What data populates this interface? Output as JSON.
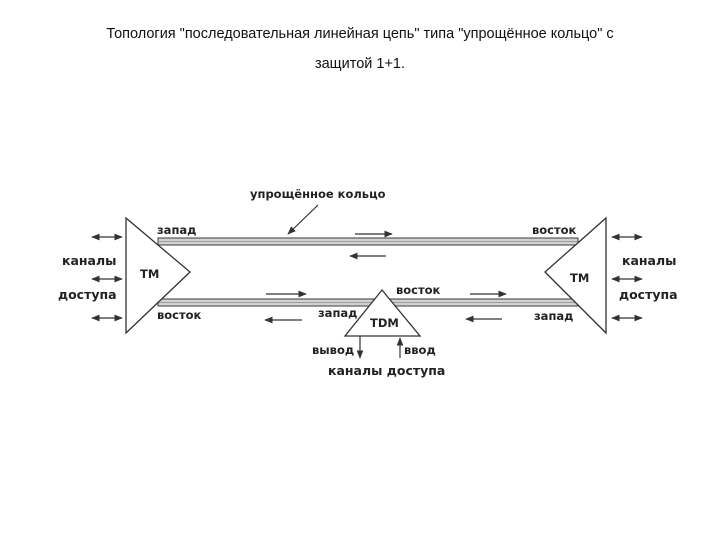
{
  "title": {
    "line1": "Топология \"последовательная линейная цепь\" типа \"упрощённое кольцо\" с",
    "line2": "защитой 1+1."
  },
  "diagram": {
    "ring_label": "упрощённое кольцо",
    "left_node": {
      "name": "TM",
      "top_port": "запад",
      "bottom_port": "восток"
    },
    "right_node": {
      "name": "TM",
      "top_port": "восток",
      "bottom_port": "запад"
    },
    "middle_node": {
      "name": "TDM",
      "left_port": "запад",
      "right_port": "восток",
      "drop_label": "вывод",
      "add_label": "ввод"
    },
    "left_access_line1": "каналы",
    "left_access_line2": "доступа",
    "right_access_line1": "каналы",
    "right_access_line2": "доступа",
    "bottom_access": "каналы доступа"
  },
  "colors": {
    "line": "#3a3a3a",
    "fiber_fill": "#cfcfcf",
    "text": "#222222"
  }
}
